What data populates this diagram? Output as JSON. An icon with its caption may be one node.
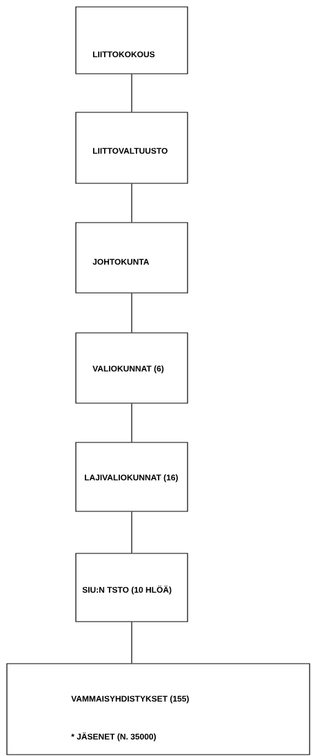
{
  "diagram": {
    "nodes": [
      {
        "text": [
          "LIITTOKOKOUS"
        ]
      },
      {
        "text": [
          "LIITTOVALTUUSTO"
        ]
      },
      {
        "text": [
          "JOHTOKUNTA"
        ]
      },
      {
        "text": [
          "VALIOKUNNAT (6)"
        ]
      },
      {
        "text": [
          "LAJIVALIOKUNNAT (16)"
        ]
      },
      {
        "text": [
          "SIU:N TSTO (10 HLÖÄ)"
        ]
      },
      {
        "text": [
          "VAMMAISYHDISTYKSET (155)",
          "* JÄSENET (N.  35000)"
        ]
      }
    ],
    "edges": [
      {
        "from": 0,
        "to": 1,
        "arrow": "none"
      },
      {
        "from": 1,
        "to": 2,
        "arrow": "none"
      },
      {
        "from": 2,
        "to": 3,
        "arrow": "none"
      },
      {
        "from": 3,
        "to": 4,
        "arrow": "none"
      },
      {
        "from": 4,
        "to": 5,
        "arrow": "none"
      },
      {
        "from": 5,
        "to": 6,
        "arrow": "none"
      }
    ]
  }
}
